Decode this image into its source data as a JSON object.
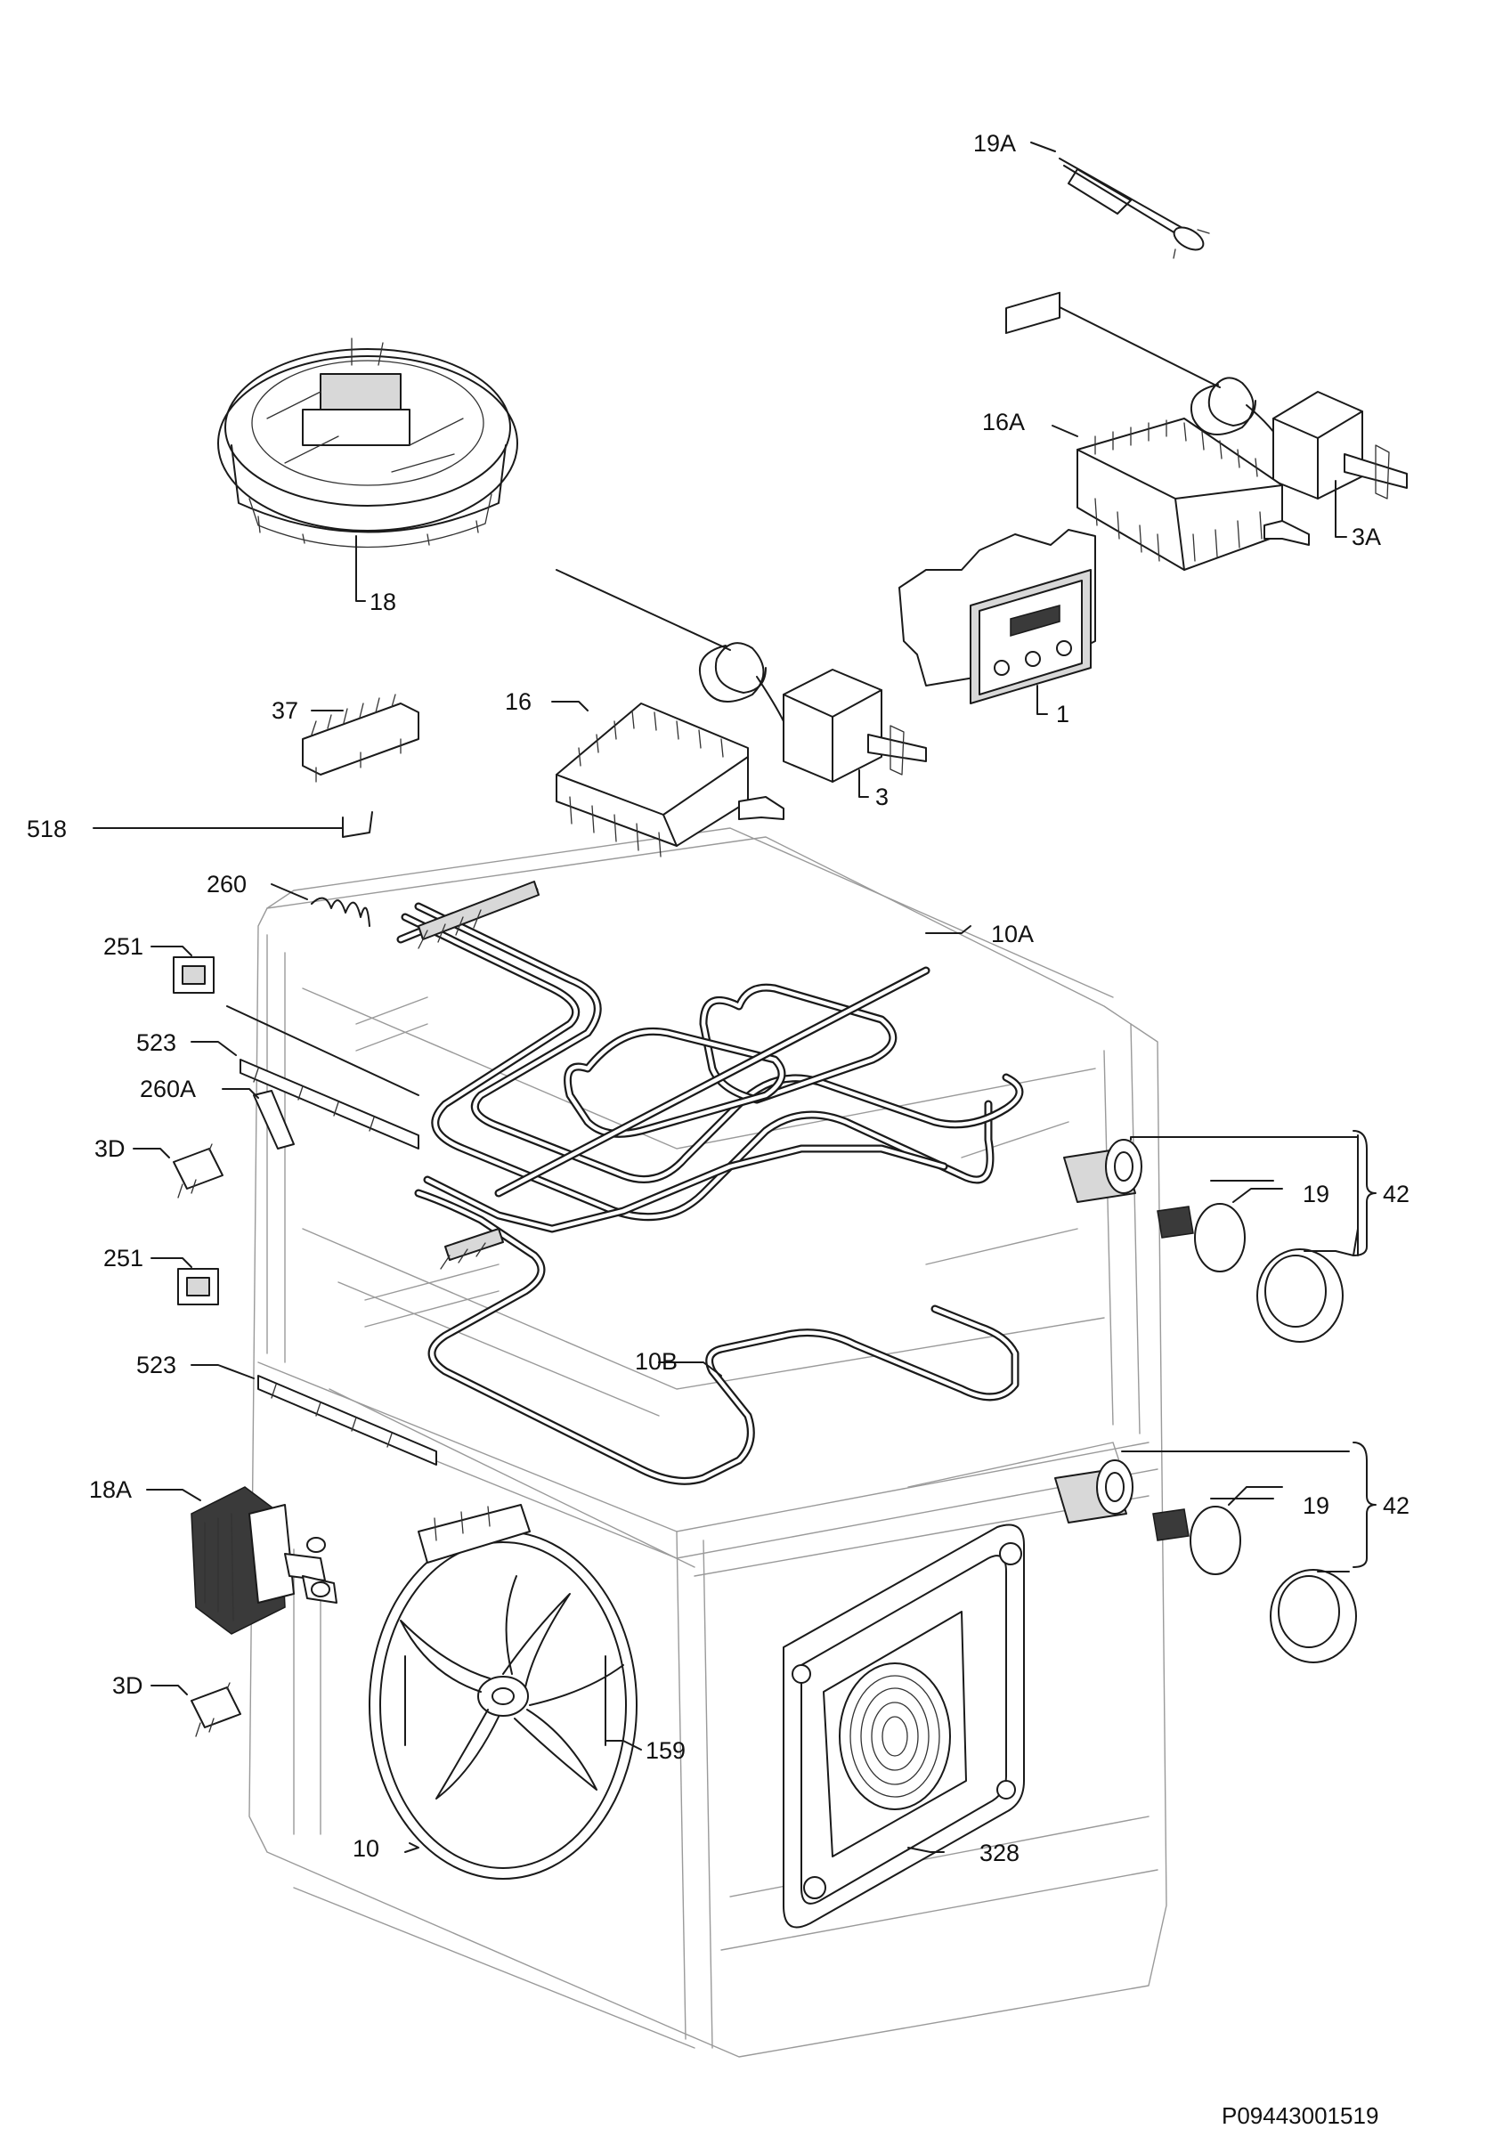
{
  "diagram": {
    "labels": {
      "p19A": "19A",
      "p16A": "16A",
      "p3A": "3A",
      "p18": "18",
      "p1": "1",
      "p37": "37",
      "p16": "16",
      "p3": "3",
      "p518": "518",
      "p260": "260",
      "p251_top": "251",
      "p10A": "10A",
      "p523_top": "523",
      "p260A": "260A",
      "p3D_top": "3D",
      "p42_top": "42",
      "p19_top": "19",
      "p251_bottom": "251",
      "p10B": "10B",
      "p523_bottom": "523",
      "p18A": "18A",
      "p42_bottom": "42",
      "p19_bottom": "19",
      "p3D_bottom": "3D",
      "p159": "159",
      "p10": "10",
      "p328": "328"
    },
    "reference_code": "P09443001519"
  }
}
